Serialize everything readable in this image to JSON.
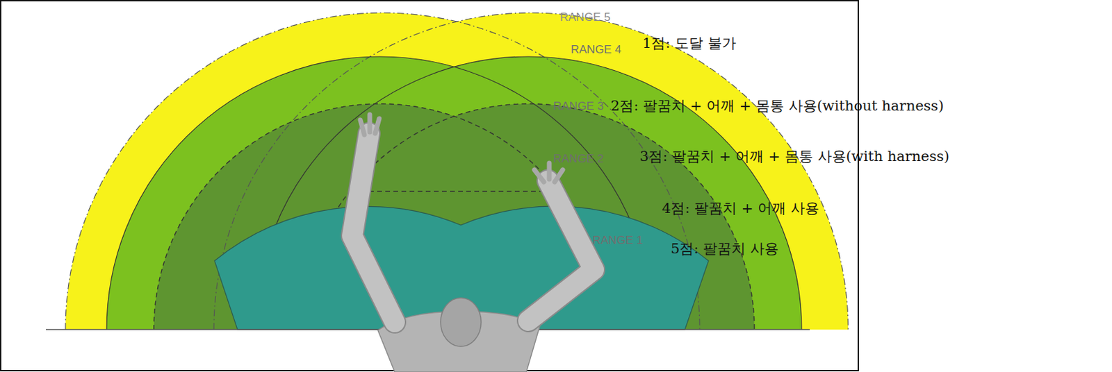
{
  "diagram": {
    "labels": [
      "RANGE 5",
      "RANGE 4",
      "RANGE 3",
      "RANGE 2",
      "RANGE 1",
      "1점: 도달 불가",
      "2점: 팔꿈치 + 어깨 + 몸통 사용(without harness)",
      "3점: 팔꿈치 + 어깨 + 몸통 사용(with harness)",
      "4점: 팔꿈치 + 어깨 사용",
      "5점: 팔꿈치 사용"
    ]
  }
}
